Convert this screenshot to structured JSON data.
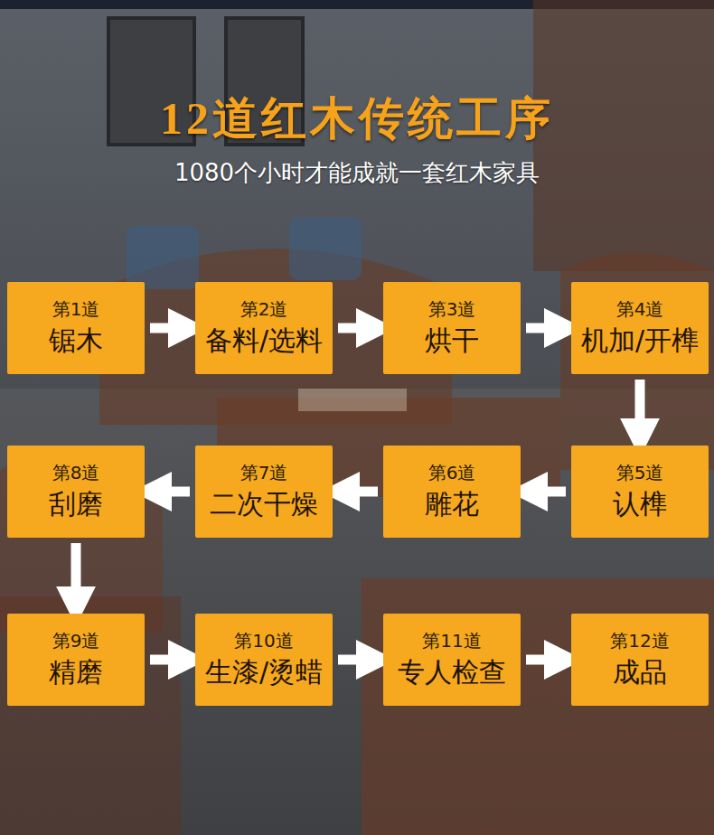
{
  "diagram": {
    "title": "12道红木传统工序",
    "caption": "1080个小时才能成就一套红木家具",
    "nodes": [
      {
        "text": [
          "第1道",
          "锯木"
        ]
      },
      {
        "text": [
          "第2道",
          "备料/选料"
        ]
      },
      {
        "text": [
          "第3道",
          "烘干"
        ]
      },
      {
        "text": [
          "第4道",
          "机加/开榫"
        ]
      },
      {
        "text": [
          "第5道",
          "认榫"
        ]
      },
      {
        "text": [
          "第6道",
          "雕花"
        ]
      },
      {
        "text": [
          "第7道",
          "二次干燥"
        ]
      },
      {
        "text": [
          "第8道",
          "刮磨"
        ]
      },
      {
        "text": [
          "第9道",
          "精磨"
        ]
      },
      {
        "text": [
          "第10道",
          "生漆/烫蜡"
        ]
      },
      {
        "text": [
          "第11道",
          "专人检查"
        ]
      },
      {
        "text": [
          "第12道",
          "成品"
        ]
      }
    ],
    "edges": [
      {
        "from": 0,
        "to": 1,
        "arrow": "to"
      },
      {
        "from": 1,
        "to": 2,
        "arrow": "to"
      },
      {
        "from": 2,
        "to": 3,
        "arrow": "to"
      },
      {
        "from": 3,
        "to": 4,
        "arrow": "to"
      },
      {
        "from": 4,
        "to": 5,
        "arrow": "to"
      },
      {
        "from": 5,
        "to": 6,
        "arrow": "to"
      },
      {
        "from": 6,
        "to": 7,
        "arrow": "to"
      },
      {
        "from": 7,
        "to": 8,
        "arrow": "to"
      },
      {
        "from": 8,
        "to": 9,
        "arrow": "to"
      },
      {
        "from": 9,
        "to": 10,
        "arrow": "to"
      },
      {
        "from": 10,
        "to": 11,
        "arrow": "to"
      }
    ]
  }
}
